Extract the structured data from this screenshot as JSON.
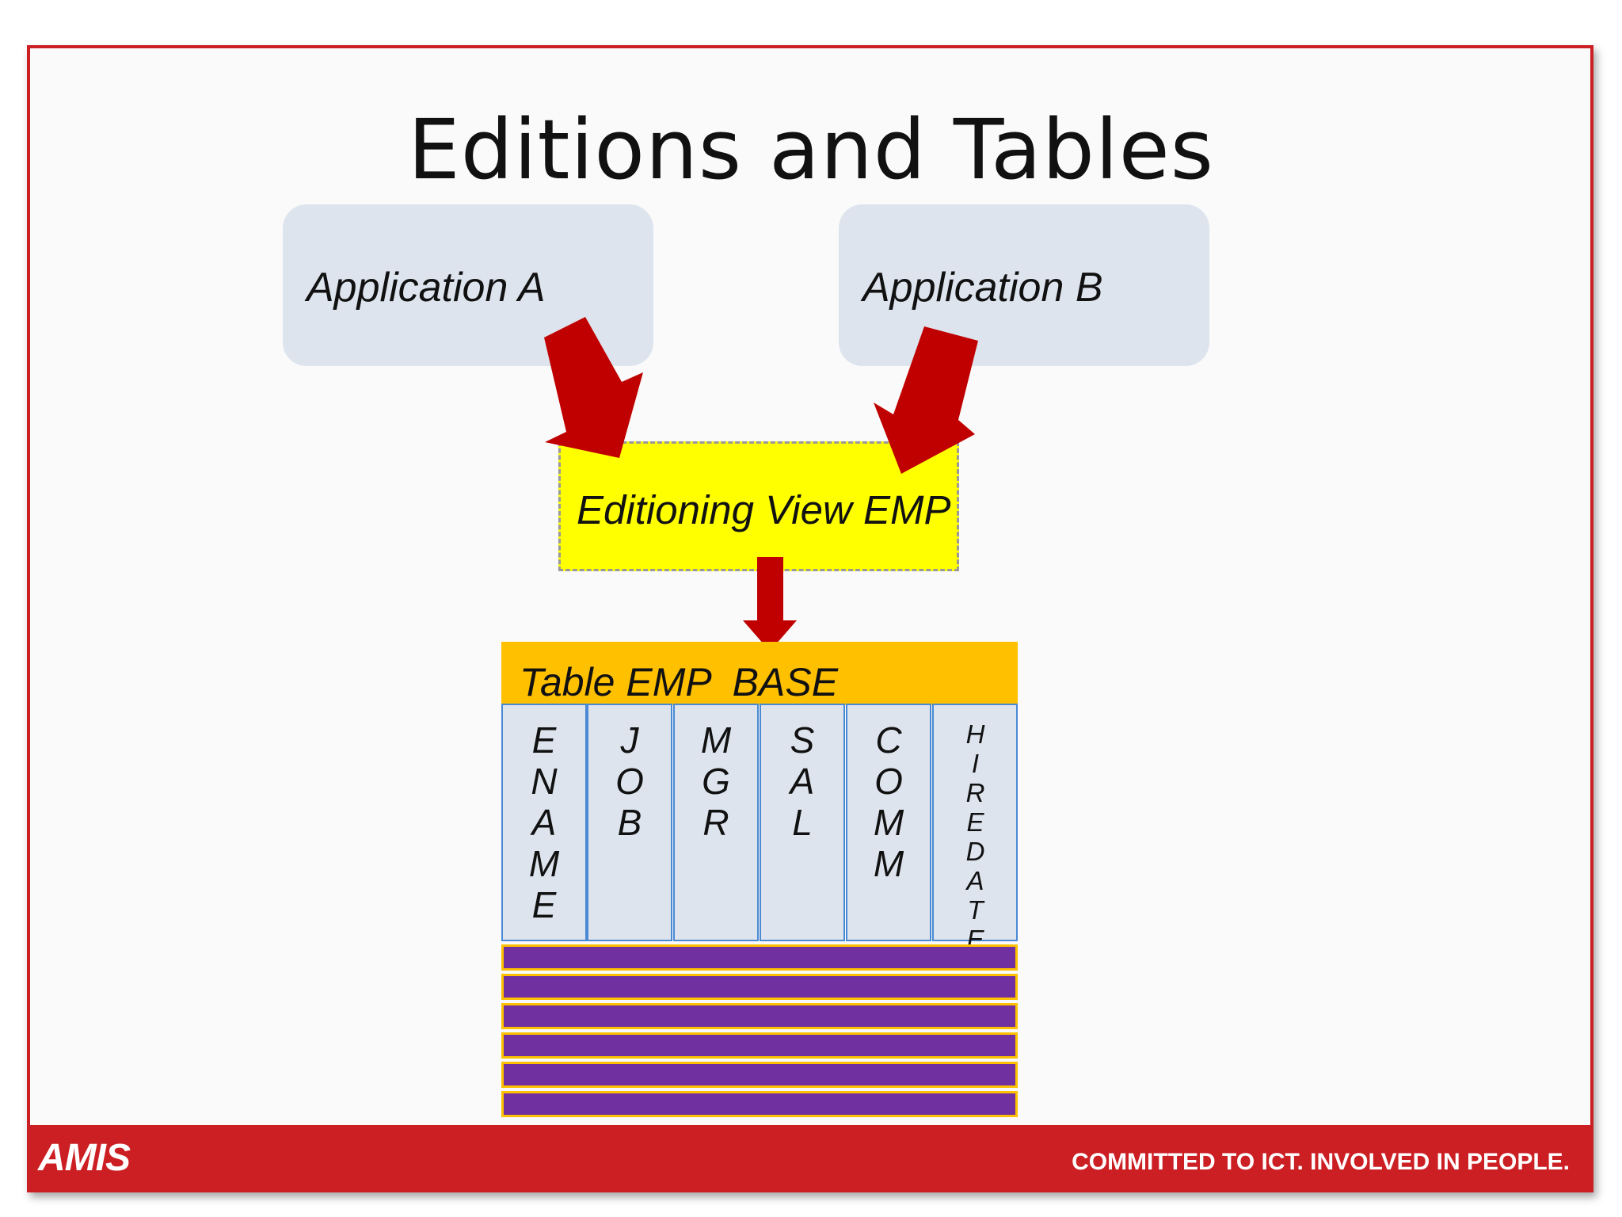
{
  "title": "Editions and Tables",
  "apps": {
    "a_label": "Application A",
    "b_label": "Application B"
  },
  "view": {
    "label": "Editioning View EMP"
  },
  "table": {
    "header_label": "Table EMP  BASE",
    "columns": [
      "ENAME",
      "JOB",
      "MGR",
      "SAL",
      "COMM",
      "HIREDATE"
    ],
    "row_count": 6
  },
  "footer": {
    "logo": "AMIS",
    "slogan": "COMMITTED TO ICT.  INVOLVED IN PEOPLE."
  },
  "colors": {
    "frame": "#cc1f24",
    "app_box": "#dde4ee",
    "view_box": "#ffff00",
    "arrow": "#c00000",
    "table_header": "#ffc000",
    "row_fill": "#7030a0"
  }
}
